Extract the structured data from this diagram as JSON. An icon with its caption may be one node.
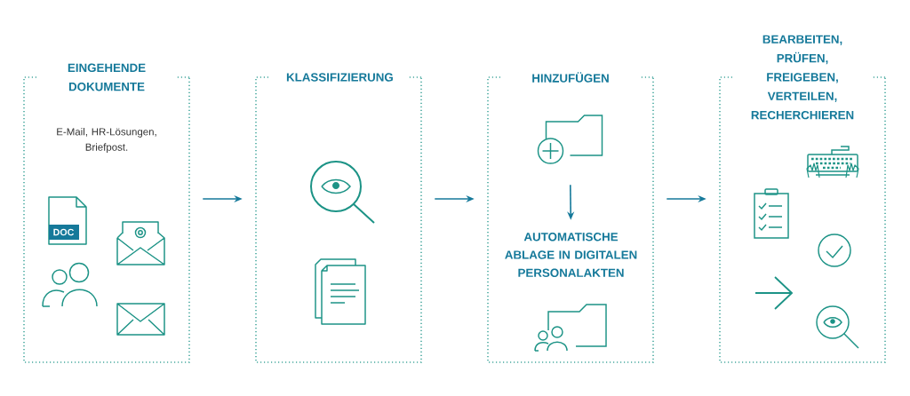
{
  "diagram": {
    "nodes": [
      {
        "text": [
          "EINGEHENDE DOKUMENTE",
          "E-Mail, HR-Lösungen, Briefpost."
        ]
      },
      {
        "text": [
          "KLASSIFIZIERUNG"
        ]
      },
      {
        "text": [
          "HINZUFÜGEN"
        ]
      },
      {
        "text": [],
        "shape": "folder",
        "in": 2
      },
      {
        "text": [
          "AUTOMATISCHE ABLAGE IN DIGITALEN PERSONALAKTEN"
        ],
        "in": 2
      },
      {
        "text": [
          "BEARBEITEN, PRÜFEN, FREIGEBEN, VERTEILEN, RECHERCHIEREN"
        ]
      }
    ],
    "edges": [
      {
        "from": 0,
        "to": 1,
        "arrow": "to"
      },
      {
        "from": 1,
        "to": 2,
        "arrow": "to"
      },
      {
        "from": 3,
        "to": 4,
        "arrow": "to"
      },
      {
        "from": 2,
        "to": 5,
        "arrow": "to"
      }
    ],
    "labels": [
      "DOC"
    ]
  }
}
